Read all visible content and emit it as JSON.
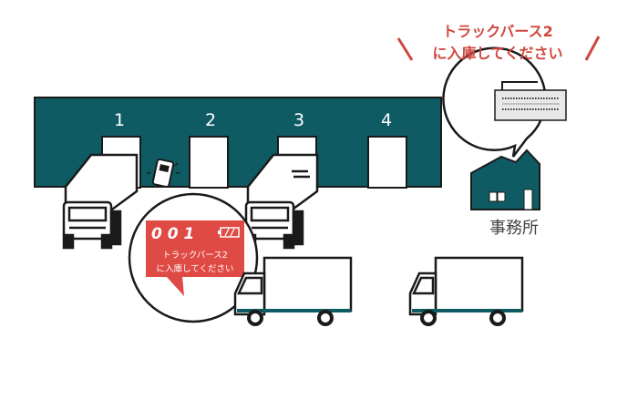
{
  "colors": {
    "teal": "#0f5b63",
    "red": "#e04a45",
    "announce_red": "#d0473f",
    "outline": "#1a1a1a"
  },
  "warehouse": {
    "bays": [
      "1",
      "2",
      "3",
      "4"
    ]
  },
  "device_bubble": {
    "number": "0 0 1",
    "line1": "トラックバース2",
    "line2": "に入庫してください",
    "icon": "battery-icon"
  },
  "announcement": {
    "line1": "トラックバース2",
    "line2": "に入庫してください"
  },
  "office": {
    "label": "事務所",
    "device_icon": "reception-terminal-icon"
  }
}
